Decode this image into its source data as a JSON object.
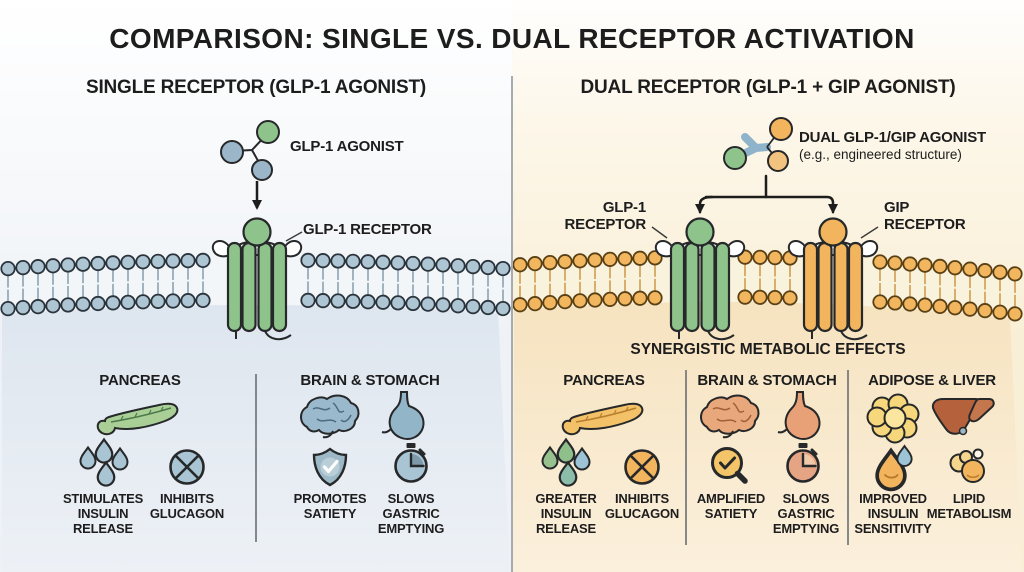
{
  "title": "COMPARISON: SINGLE VS. DUAL RECEPTOR ACTIVATION",
  "panels": {
    "single": {
      "header": "SINGLE RECEPTOR (GLP-1 AGONIST)",
      "agonist_label": "GLP-1 AGONIST",
      "receptor_label": "GLP-1 RECEPTOR",
      "sections": [
        {
          "heading": "PANCREAS",
          "effects": [
            {
              "icon": "droplets-icon",
              "label": "STIMULATES INSULIN RELEASE"
            },
            {
              "icon": "inhibit-icon",
              "label": "INHIBITS GLUCAGON"
            }
          ]
        },
        {
          "heading": "BRAIN & STOMACH",
          "effects": [
            {
              "icon": "shield-check-icon",
              "label": "PROMOTES SATIETY"
            },
            {
              "icon": "stopwatch-icon",
              "label": "SLOWS GASTRIC EMPTYING"
            }
          ]
        }
      ]
    },
    "dual": {
      "header": "DUAL RECEPTOR (GLP-1 + GIP AGONIST)",
      "agonist_label": "DUAL GLP-1/GIP AGONIST",
      "agonist_sublabel": "(e.g., engineered structure)",
      "glp1_receptor_label": "GLP-1\nRECEPTOR",
      "gip_receptor_label": "GIP\nRECEPTOR",
      "synergy_heading": "SYNERGISTIC METABOLIC EFFECTS",
      "sections": [
        {
          "heading": "PANCREAS",
          "effects": [
            {
              "icon": "droplets-icon",
              "label": "GREATER INSULIN RELEASE"
            },
            {
              "icon": "inhibit-icon",
              "label": "INHIBITS GLUCAGON"
            }
          ]
        },
        {
          "heading": "BRAIN & STOMACH",
          "effects": [
            {
              "icon": "magnifier-check-icon",
              "label": "AMPLIFIED SATIETY"
            },
            {
              "icon": "stopwatch-icon",
              "label": "SLOWS GASTRIC EMPTYING"
            }
          ]
        },
        {
          "heading": "ADIPOSE & LIVER",
          "effects": [
            {
              "icon": "insulin-sensitivity-icon",
              "label": "IMPROVED INSULIN SENSITIVITY"
            },
            {
              "icon": "lipid-icon",
              "label": "LIPID METABOLISM"
            }
          ]
        }
      ]
    }
  },
  "colors": {
    "glp1_green": "#8ec38b",
    "gip_orange": "#f2b55d",
    "agonist_blue": "#9ab6c8",
    "membrane_blue": "#aec5d3",
    "membrane_orange": "#f2b75e",
    "left_cell_fill": "#dde5ee",
    "right_cell_fill": "#f6e2bd",
    "text": "#1d1d1d"
  }
}
